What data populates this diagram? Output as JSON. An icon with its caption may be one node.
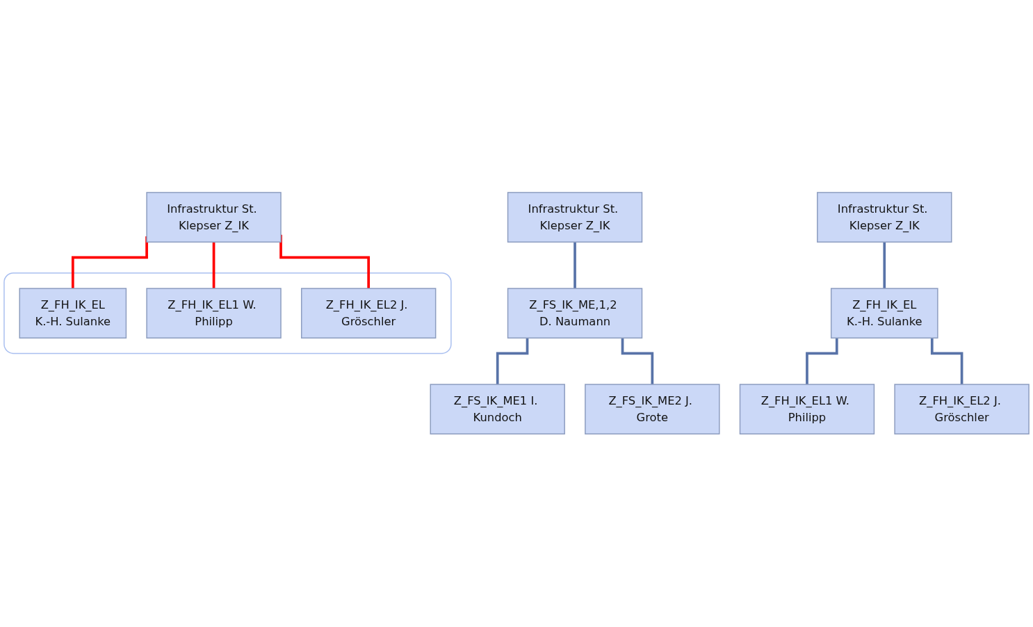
{
  "diagram": {
    "nodes": [
      {
        "text": [
          "Infrastruktur St. Klepser Z_IK"
        ]
      },
      {
        "text": [
          "Z_FS_IK_ME,1,2 D. Naumann"
        ]
      },
      {
        "text": [
          "Z_FS_IK_ME1 I. Kundoch"
        ]
      },
      {
        "text": [
          "Z_FS_IK_ME2 J. Grote"
        ]
      },
      {
        "text": [
          "Infrastruktur St. Klepser Z_IK"
        ]
      },
      {
        "text": [
          "Z_FH_IK_EL",
          "K.-H. Sulanke"
        ]
      },
      {
        "text": [
          "Z_FH_IK_EL1 W. Philipp"
        ]
      },
      {
        "text": [
          "Z_FH_IK_EL2 J. Gröschler"
        ]
      },
      {
        "text": [
          "Infrastruktur St. Klepser Z_IK"
        ]
      },
      {
        "text": [],
        "shape": "box"
      },
      {
        "text": [
          "Z_FH_IK_EL",
          "K.-H. Sulanke"
        ],
        "in": 9
      },
      {
        "text": [
          "Z_FH_IK_EL1 W. Philipp"
        ],
        "in": 9
      },
      {
        "text": [
          "Z_FH_IK_EL2 J. Gröschler"
        ],
        "in": 9
      }
    ],
    "edges": [
      {
        "from": 0,
        "to": 1,
        "arrow": "none"
      },
      {
        "from": 1,
        "to": 2,
        "arrow": "none"
      },
      {
        "from": 1,
        "to": 3,
        "arrow": "none"
      },
      {
        "from": 4,
        "to": 5,
        "arrow": "none"
      },
      {
        "from": 5,
        "to": 6,
        "arrow": "none"
      },
      {
        "from": 5,
        "to": 7,
        "arrow": "none"
      },
      {
        "from": 8,
        "to": 10,
        "arrow": "none",
        "color": "#ff0000"
      },
      {
        "from": 8,
        "to": 11,
        "arrow": "none",
        "color": "#ff0000"
      },
      {
        "from": 8,
        "to": 12,
        "arrow": "none",
        "color": "#ff0000"
      }
    ]
  }
}
